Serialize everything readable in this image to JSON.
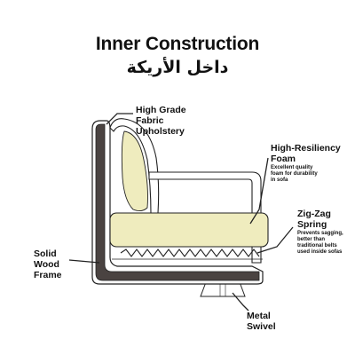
{
  "title": "Inner Construction",
  "subtitle": "داخل الأريكة",
  "colors": {
    "foam": "#efecbe",
    "frame": "#4a4341",
    "outline": "#222222"
  },
  "components": {
    "fabric": {
      "name_lines": [
        "High Grade",
        "Fabric",
        "Upholstery"
      ]
    },
    "foam": {
      "name_lines": [
        "High-Resiliency",
        "Foam"
      ],
      "desc_lines": [
        "Excellent quality",
        "foam for durability",
        "in sofa"
      ]
    },
    "spring": {
      "name_lines": [
        "Zig-Zag",
        "Spring"
      ],
      "desc_lines": [
        "Prevents sagging,",
        "better than",
        "traditional belts",
        "used inside sofas"
      ]
    },
    "frame": {
      "name_lines": [
        "Solid",
        "Wood",
        "Frame"
      ]
    },
    "swivel": {
      "name_lines": [
        "Metal",
        "Swivel"
      ]
    }
  }
}
